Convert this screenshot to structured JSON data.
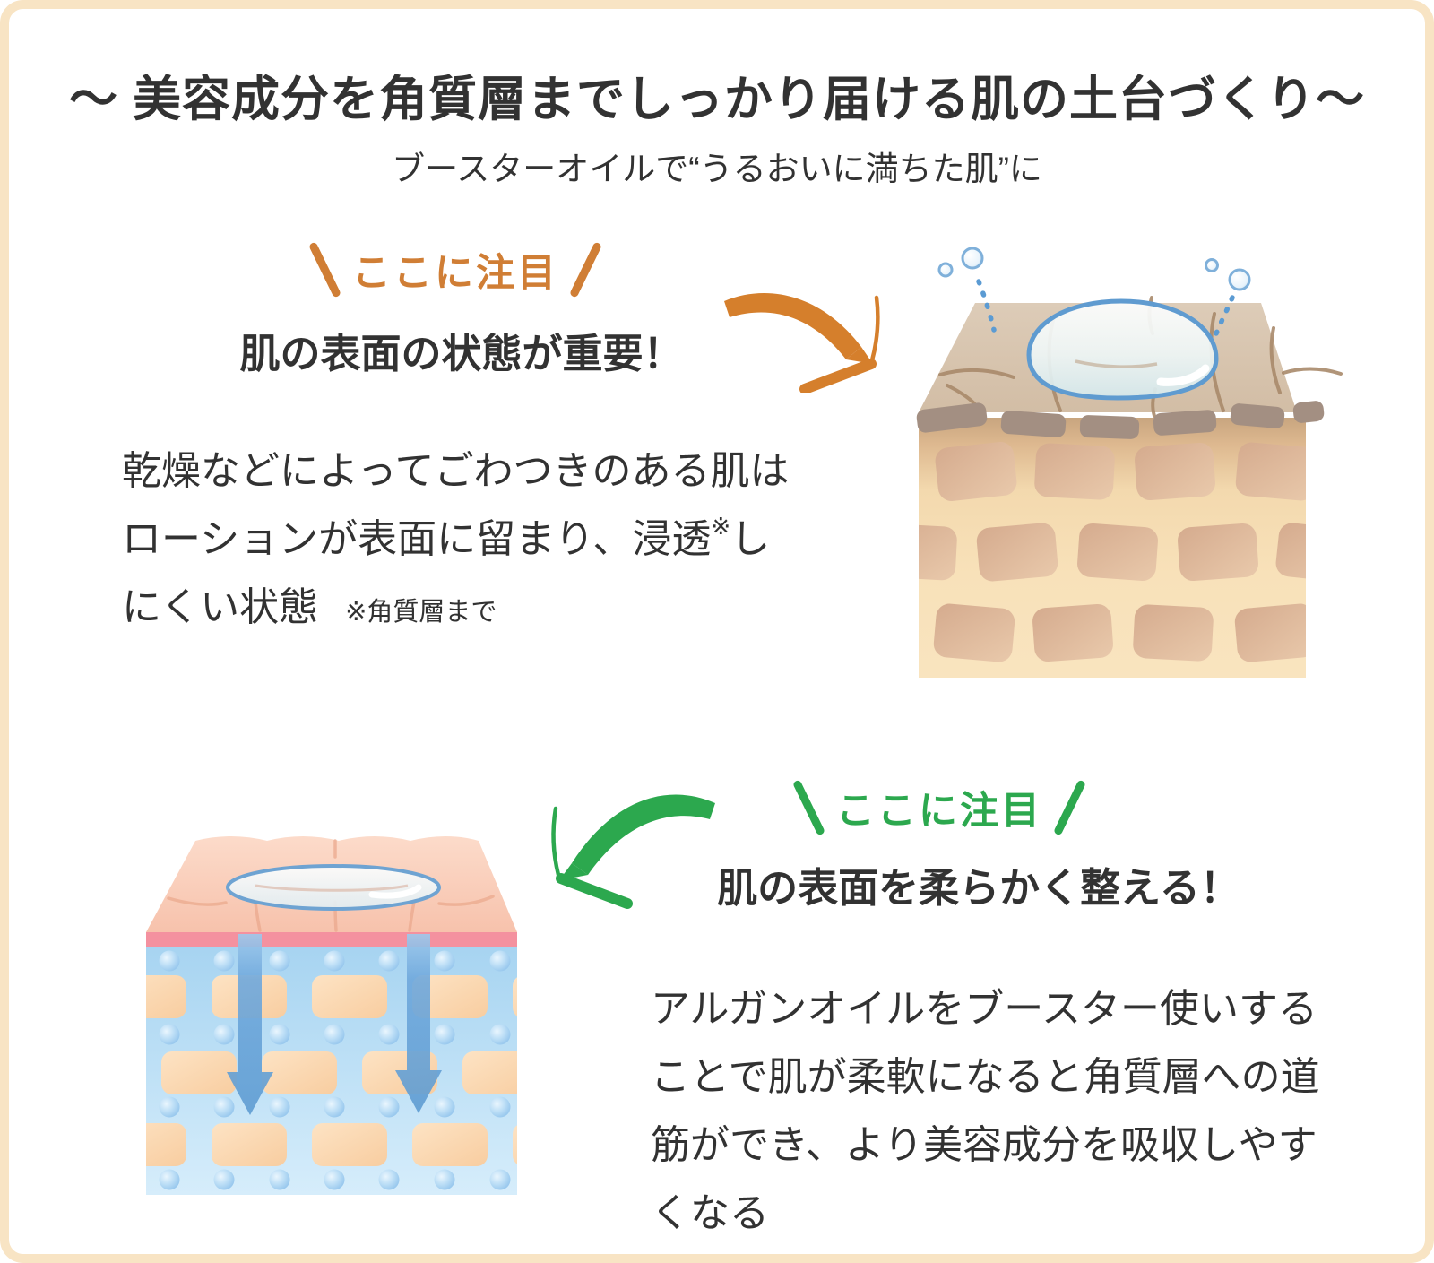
{
  "header": {
    "title": "～ 美容成分を角質層までしっかり届ける肌の土台づくり～",
    "subtitle": "ブースターオイルで“うるおいに満ちた肌”に"
  },
  "before_section": {
    "focus_label": "ここに注目",
    "headline": "肌の表面の状態が重要！",
    "body_lead": "乾燥などによってごわつきのある肌はローションが表面に留まり、浸透",
    "ref_mark": "※",
    "body_tail": "しにくい状態",
    "footnote": "※角質層まで"
  },
  "after_section": {
    "focus_label": "ここに注目",
    "headline": "肌の表面を柔らかく整える！",
    "body": "アルガンオイルをブースター使いすることで肌が柔軟になると角質層への道筋ができ、より美容成分を吸収しやすくなる"
  },
  "colors": {
    "accent_orange": "#d07e35",
    "accent_green": "#2ca84e",
    "text": "#323232",
    "frame_border": "#f8e4c4",
    "dry_skin_surface": "#d8c6b1",
    "dry_skin_face": "#f8e1b9",
    "dry_skin_cell": "#dcb093",
    "rough_flake_gray": "#a38f82",
    "moist_skin_surface": "#f9cfc0",
    "moist_surface_band": "#f4919f",
    "moist_water_layer": "#bfe2f6",
    "moist_skin_cell": "#fbd9b4",
    "absorption_arrow_blue": "#66a1d8",
    "droplet_outline_blue": "#5f9bd0"
  }
}
